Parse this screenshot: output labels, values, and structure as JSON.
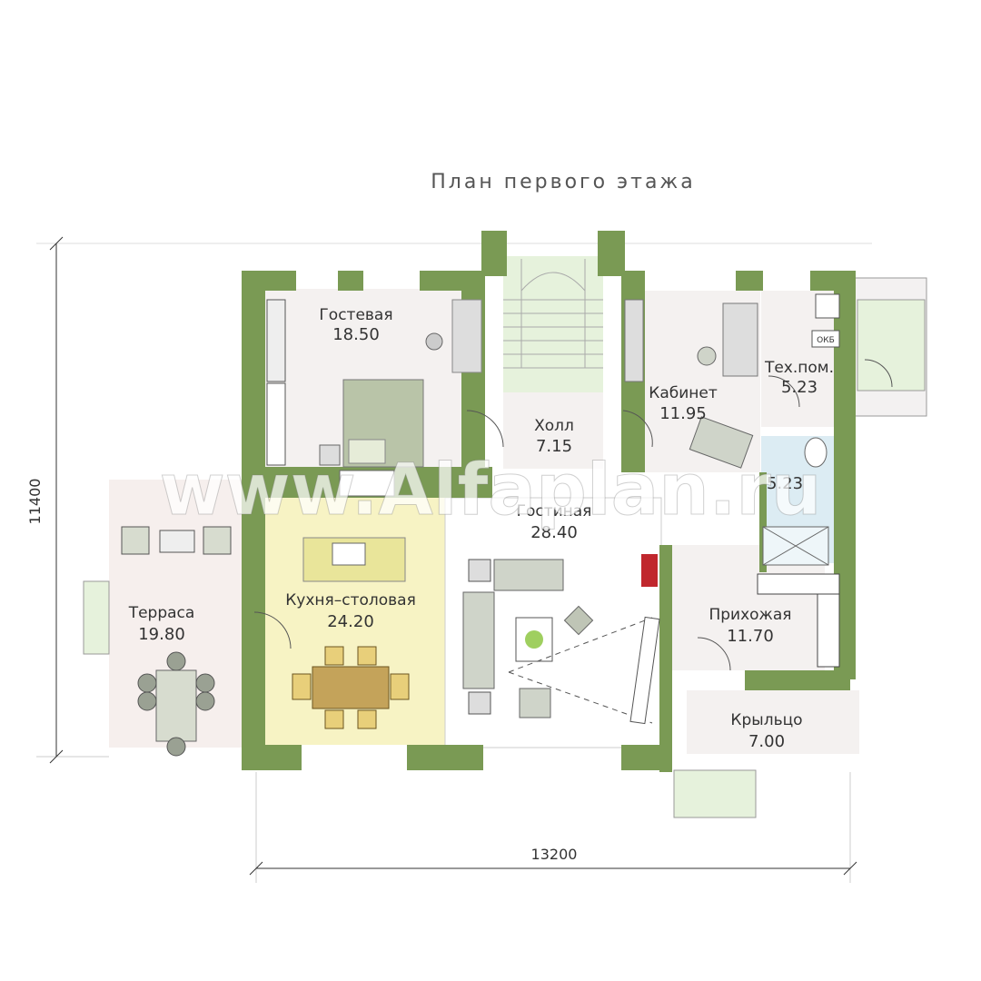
{
  "title": "План первого этажа",
  "dimensions": {
    "width": "13200",
    "height": "11400"
  },
  "watermark": "www.Alfaplan.ru",
  "boiler_label": "ОКБ",
  "rooms": {
    "guest": {
      "name": "Гостевая",
      "area": "18.50"
    },
    "hall": {
      "name": "Холл",
      "area": "7.15"
    },
    "office": {
      "name": "Кабинет",
      "area": "11.95"
    },
    "tech": {
      "name": "Тех.пом.",
      "area": "5.23"
    },
    "bath": {
      "area": "5.23"
    },
    "living": {
      "name": "Гостиная",
      "area": "28.40"
    },
    "kitchen": {
      "name": "Кухня–столовая",
      "area": "24.20"
    },
    "terrace": {
      "name": "Терраса",
      "area": "19.80"
    },
    "entry": {
      "name": "Прихожая",
      "area": "11.70"
    },
    "porch": {
      "name": "Крыльцо",
      "area": "7.00"
    }
  },
  "colors": {
    "wall": "#7a9a54",
    "kitchen_floor": "#f7f3c4",
    "floor": "#f7f4f2",
    "stair": "#e6f2dc",
    "bath": "#dcecf3"
  }
}
